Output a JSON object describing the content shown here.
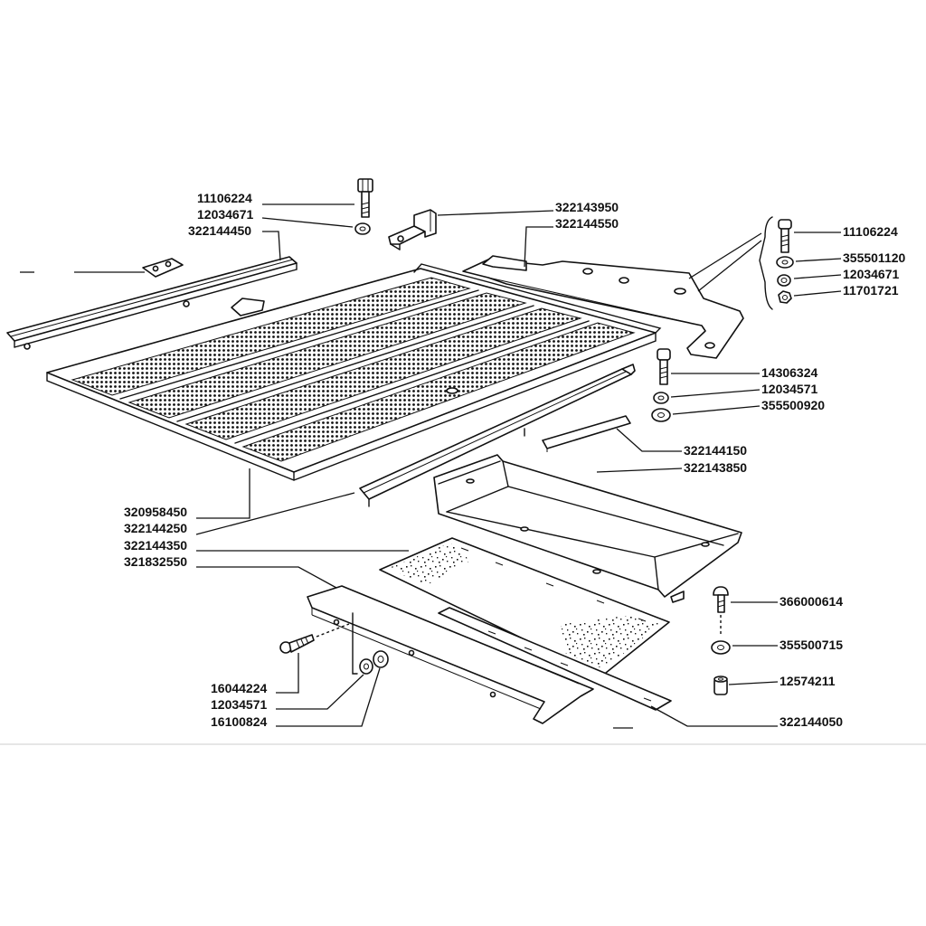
{
  "callouts": {
    "top_left": [
      "11106224",
      "12034671",
      "322144450"
    ],
    "top_center": [
      "322143950",
      "322144550"
    ],
    "top_right": [
      "11106224",
      "355501120",
      "12034671",
      "11701721"
    ],
    "mid_right": [
      "14306324",
      "12034571",
      "355500920"
    ],
    "center_right": [
      "322144150",
      "322143850"
    ],
    "left": [
      "320958450",
      "322144250",
      "322144350",
      "321832550"
    ],
    "bottom_right": [
      "366000614",
      "355500715",
      "12574211"
    ],
    "bottom_left": [
      "16044224",
      "12034571",
      "16100824"
    ],
    "bottom": [
      "322144050"
    ]
  },
  "colors": {
    "ink": "#111111",
    "paper": "#ffffff",
    "separator": "#cccccc"
  }
}
